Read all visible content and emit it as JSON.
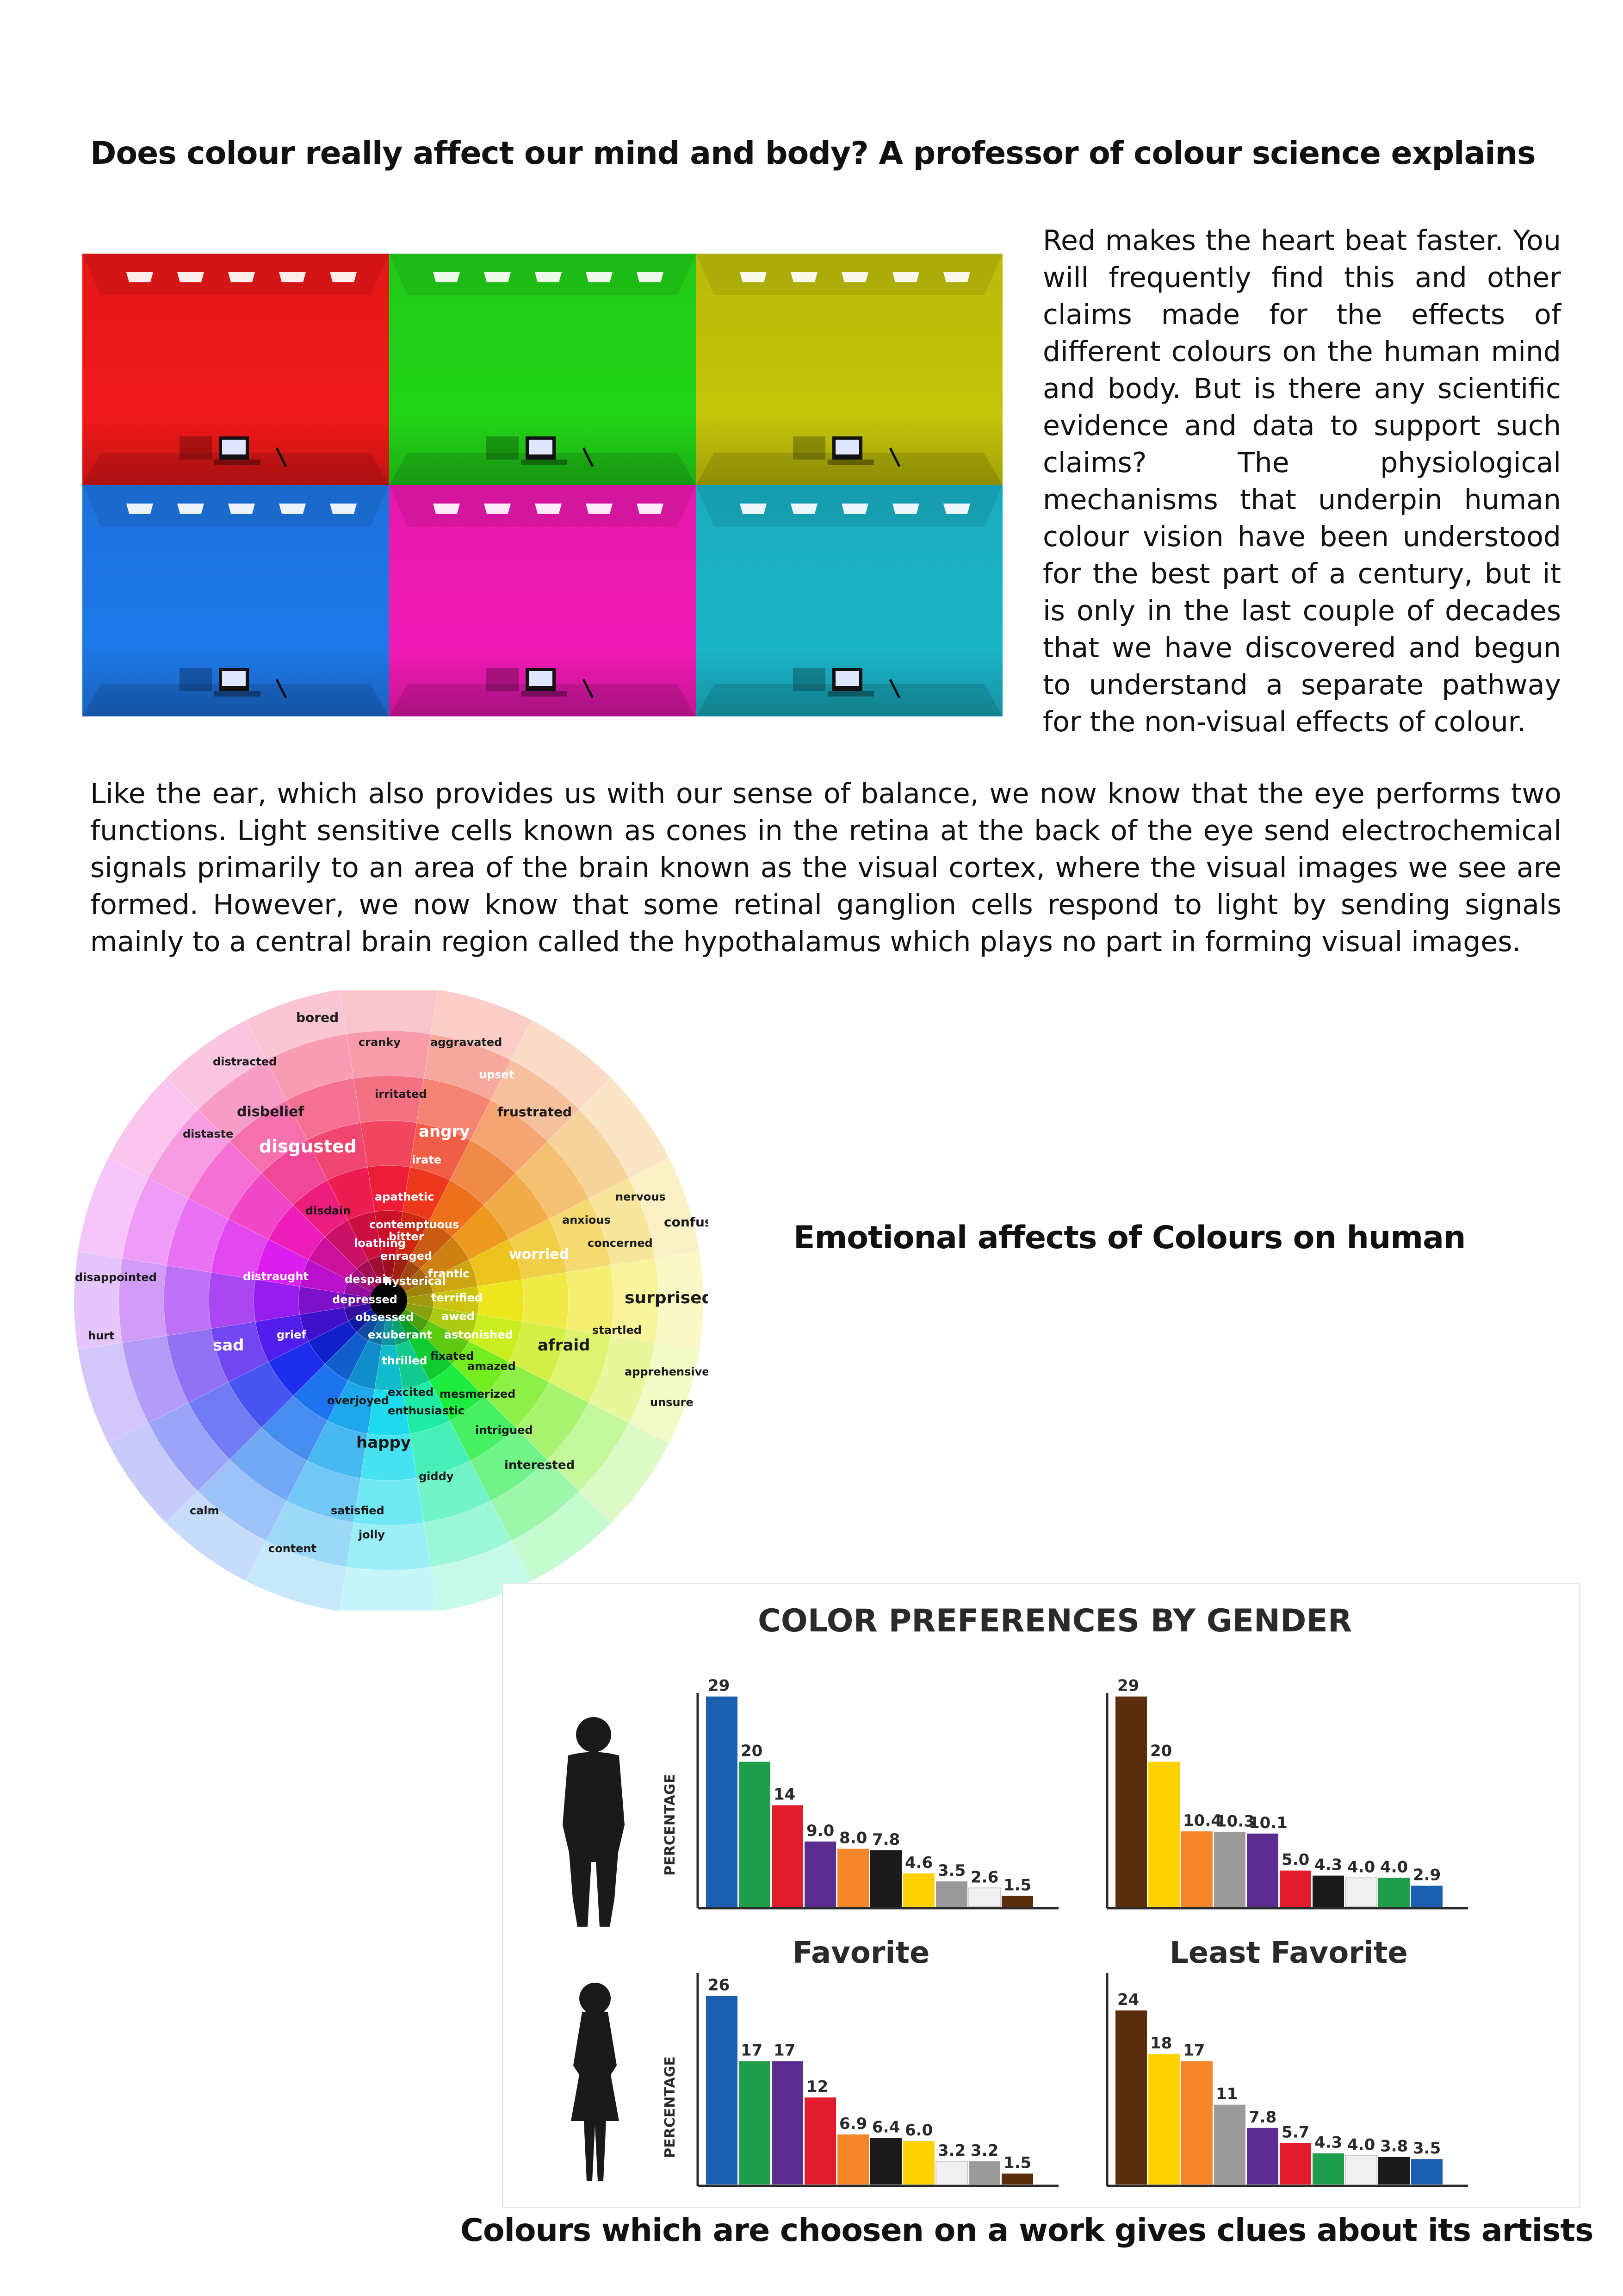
{
  "article": {
    "title": "Does colour really affect our mind and body? A professor of colour science explains",
    "intro": "Red makes the heart beat faster. You will frequently find this and other claims made for the effects of different colours on the human mind and body. But is there any scientific evidence and data to support such claims? The physiological mechanisms that underpin human colour vision have been understood for the best part of a century, but it is only in the last couple of decades that we have discovered and begun to understand a separate pathway for the non-visual effects of colour.",
    "body": "Like the ear, which also provides us with our sense of balance, we now know that the eye performs two functions. Light sensitive cells known as cones in the retina at the back of the eye send electrochemical signals primarily to an area of the brain known as the visual cortex, where the visual images we see are formed. However, we now know that some retinal ganglion cells respond to light by sending signals mainly to a central brain region called the hypothalamus which plays no part in forming visual images.",
    "wheel_caption": "Emotional affects of Colours on human",
    "chart_caption": "Colours which are choosen on a work gives clues about its artists"
  },
  "rooms": {
    "colors": [
      "#f01818",
      "#22d418",
      "#c4c40a",
      "#1e78e8",
      "#f01ab4",
      "#1ab4c8"
    ]
  },
  "emotion_wheel": {
    "words": [
      "bored",
      "cranky",
      "aggravated",
      "distracted",
      "upset",
      "irritated",
      "frustrated",
      "disbelief",
      "angry",
      "distaste",
      "disgusted",
      "irate",
      "nervous",
      "apathetic",
      "disdain",
      "contemptuous",
      "anxious",
      "confused",
      "bitter",
      "loathing",
      "concerned",
      "enraged",
      "worried",
      "disappointed",
      "distraught",
      "despair",
      "hysterical",
      "frantic",
      "depressed",
      "terrified",
      "surprised",
      "obsessed",
      "awed",
      "startled",
      "hurt",
      "grief",
      "exuberant",
      "astonished",
      "sad",
      "afraid",
      "fixated",
      "thrilled",
      "amazed",
      "apprehensive",
      "excited",
      "mesmerized",
      "overjoyed",
      "unsure",
      "enthusiastic",
      "intrigued",
      "happy",
      "interested",
      "giddy",
      "calm",
      "satisfied",
      "jolly",
      "content"
    ]
  },
  "chart_header": {
    "title": "COLOR PREFERENCES BY GENDER",
    "favorite": "Favorite",
    "least_favorite": "Least Favorite",
    "ylabel": "PERCENTAGE"
  },
  "chart_data": [
    {
      "type": "bar",
      "title": "Favorite",
      "panel": "male-favorite",
      "ylabel": "PERCENTAGE",
      "values": [
        29,
        20,
        14,
        9.0,
        8.0,
        7.8,
        4.6,
        3.5,
        2.6,
        1.5
      ],
      "labels": [
        "29",
        "20",
        "14",
        "9.0",
        "8.0",
        "7.8",
        "4.6",
        "3.5",
        "2.6",
        "1.5"
      ],
      "colors": [
        "#1a5fb0",
        "#1e9e4a",
        "#e21b2d",
        "#5c2d91",
        "#f5862a",
        "#1a1a1a",
        "#ffd200",
        "#9a9a9a",
        "#f0f0f0",
        "#5a2d0c"
      ]
    },
    {
      "type": "bar",
      "title": "Least Favorite",
      "panel": "male-least-favorite",
      "ylabel": "PERCENTAGE",
      "values": [
        29,
        20,
        10.4,
        10.3,
        10.1,
        5.0,
        4.3,
        4.0,
        4.0,
        2.9
      ],
      "labels": [
        "29",
        "20",
        "10.4",
        "10.3",
        "10.1",
        "5.0",
        "4.3",
        "4.0",
        "4.0",
        "2.9"
      ],
      "colors": [
        "#5a2d0c",
        "#ffd200",
        "#f5862a",
        "#9a9a9a",
        "#5c2d91",
        "#e21b2d",
        "#1a1a1a",
        "#f0f0f0",
        "#1e9e4a",
        "#1a5fb0"
      ]
    },
    {
      "type": "bar",
      "title": "Favorite",
      "panel": "female-favorite",
      "ylabel": "PERCENTAGE",
      "values": [
        26,
        17,
        17,
        12,
        6.9,
        6.4,
        6.0,
        3.2,
        3.2,
        1.5
      ],
      "labels": [
        "26",
        "17",
        "17",
        "12",
        "6.9",
        "6.4",
        "6.0",
        "3.2",
        "3.2",
        "1.5"
      ],
      "colors": [
        "#1a5fb0",
        "#1e9e4a",
        "#5c2d91",
        "#e21b2d",
        "#f5862a",
        "#1a1a1a",
        "#ffd200",
        "#f0f0f0",
        "#9a9a9a",
        "#5a2d0c"
      ]
    },
    {
      "type": "bar",
      "title": "Least Favorite",
      "panel": "female-least-favorite",
      "ylabel": "PERCENTAGE",
      "values": [
        24,
        18,
        17,
        11,
        7.8,
        5.7,
        4.3,
        4.0,
        3.8,
        3.5
      ],
      "labels": [
        "24",
        "18",
        "17",
        "11",
        "7.8",
        "5.7",
        "4.3",
        "4.0",
        "3.8",
        "3.5"
      ],
      "colors": [
        "#5a2d0c",
        "#ffd200",
        "#f5862a",
        "#9a9a9a",
        "#5c2d91",
        "#e21b2d",
        "#1e9e4a",
        "#f0f0f0",
        "#1a1a1a",
        "#1a5fb0"
      ]
    }
  ]
}
